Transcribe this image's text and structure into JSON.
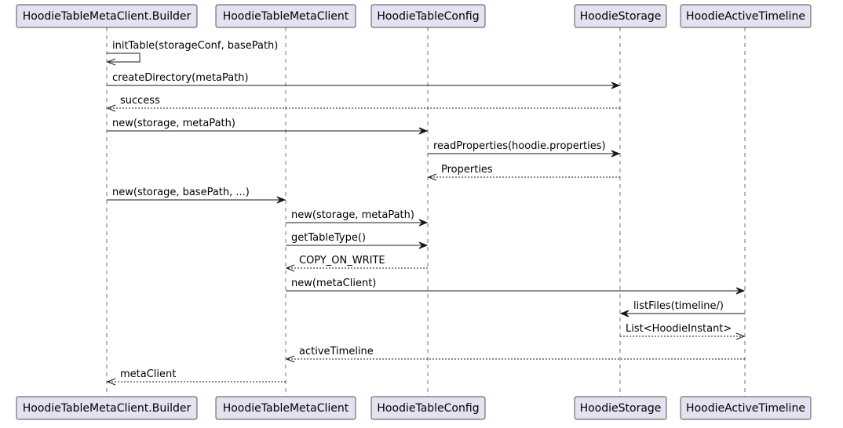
{
  "participants": [
    {
      "id": "builder",
      "label": "HoodieTableMetaClient.Builder"
    },
    {
      "id": "metaclient",
      "label": "HoodieTableMetaClient"
    },
    {
      "id": "config",
      "label": "HoodieTableConfig"
    },
    {
      "id": "storage",
      "label": "HoodieStorage"
    },
    {
      "id": "timeline",
      "label": "HoodieActiveTimeline"
    }
  ],
  "messages": [
    {
      "from": "builder",
      "to": "builder",
      "label": "initTable(storageConf, basePath)",
      "dashed": false
    },
    {
      "from": "builder",
      "to": "storage",
      "label": "createDirectory(metaPath)",
      "dashed": false
    },
    {
      "from": "storage",
      "to": "builder",
      "label": "success",
      "dashed": true
    },
    {
      "from": "builder",
      "to": "config",
      "label": "new(storage, metaPath)",
      "dashed": false
    },
    {
      "from": "config",
      "to": "storage",
      "label": "readProperties(hoodie.properties)",
      "dashed": false
    },
    {
      "from": "storage",
      "to": "config",
      "label": "Properties",
      "dashed": true
    },
    {
      "from": "builder",
      "to": "metaclient",
      "label": "new(storage, basePath, ...)",
      "dashed": false
    },
    {
      "from": "metaclient",
      "to": "config",
      "label": "new(storage, metaPath)",
      "dashed": false
    },
    {
      "from": "metaclient",
      "to": "config",
      "label": "getTableType()",
      "dashed": false
    },
    {
      "from": "config",
      "to": "metaclient",
      "label": "COPY_ON_WRITE",
      "dashed": true
    },
    {
      "from": "metaclient",
      "to": "timeline",
      "label": "new(metaClient)",
      "dashed": false
    },
    {
      "from": "timeline",
      "to": "storage",
      "label": "listFiles(timeline/)",
      "dashed": false
    },
    {
      "from": "storage",
      "to": "timeline",
      "label": "List<HoodieInstant>",
      "dashed": true
    },
    {
      "from": "timeline",
      "to": "metaclient",
      "label": "activeTimeline",
      "dashed": true
    },
    {
      "from": "metaclient",
      "to": "builder",
      "label": "metaClient",
      "dashed": true
    }
  ]
}
